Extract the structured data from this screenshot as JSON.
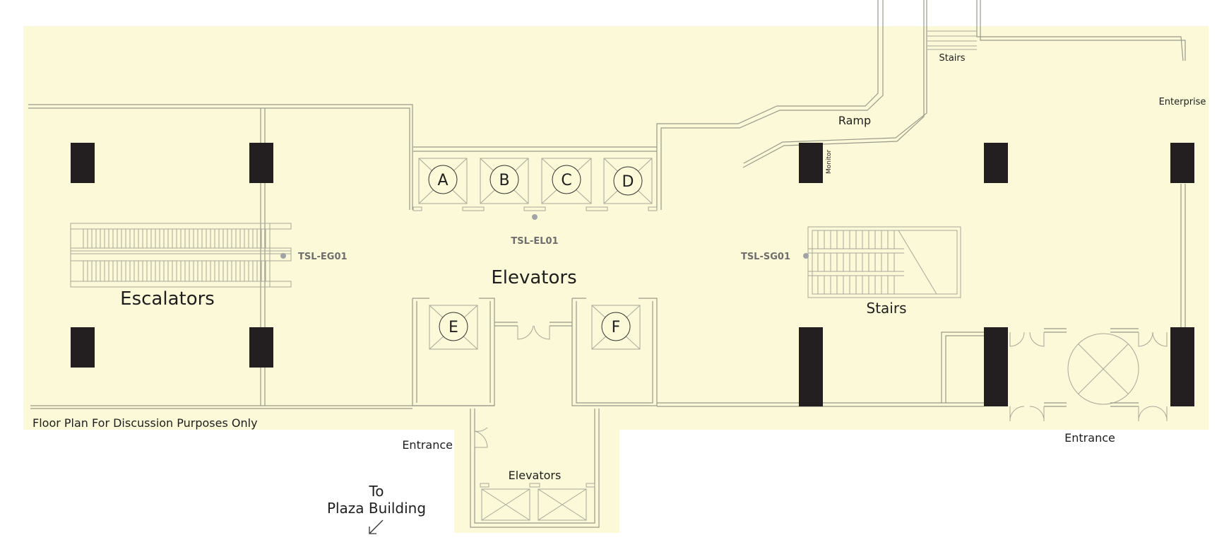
{
  "colors": {
    "floor": "#fbf9d8",
    "column": "#231f20",
    "wall": "#9a9a8c",
    "marker": "#a0a4a8"
  },
  "labels": {
    "escalators": "Escalators",
    "elevators_main": "Elevators",
    "stairs_main": "Stairs",
    "stairs_top": "Stairs",
    "ramp": "Ramp",
    "enterprise": "Enterprise",
    "monitor": "Monitor",
    "entrance_left": "Entrance",
    "entrance_right": "Entrance",
    "elevators_lower": "Elevators",
    "plaza_line1": "To",
    "plaza_line2": "Plaza Building",
    "disclaimer": "Floor Plan For Discussion Purposes Only"
  },
  "markers": {
    "escalator_group": "TSL-EG01",
    "elevator": "TSL-EL01",
    "stair_group": "TSL-SG01"
  },
  "elevator_cars": [
    "A",
    "B",
    "C",
    "D",
    "E",
    "F"
  ],
  "icons": {
    "plaza_arrow": "arrow-down-left-icon",
    "revolving_door": "revolving-door-icon"
  }
}
